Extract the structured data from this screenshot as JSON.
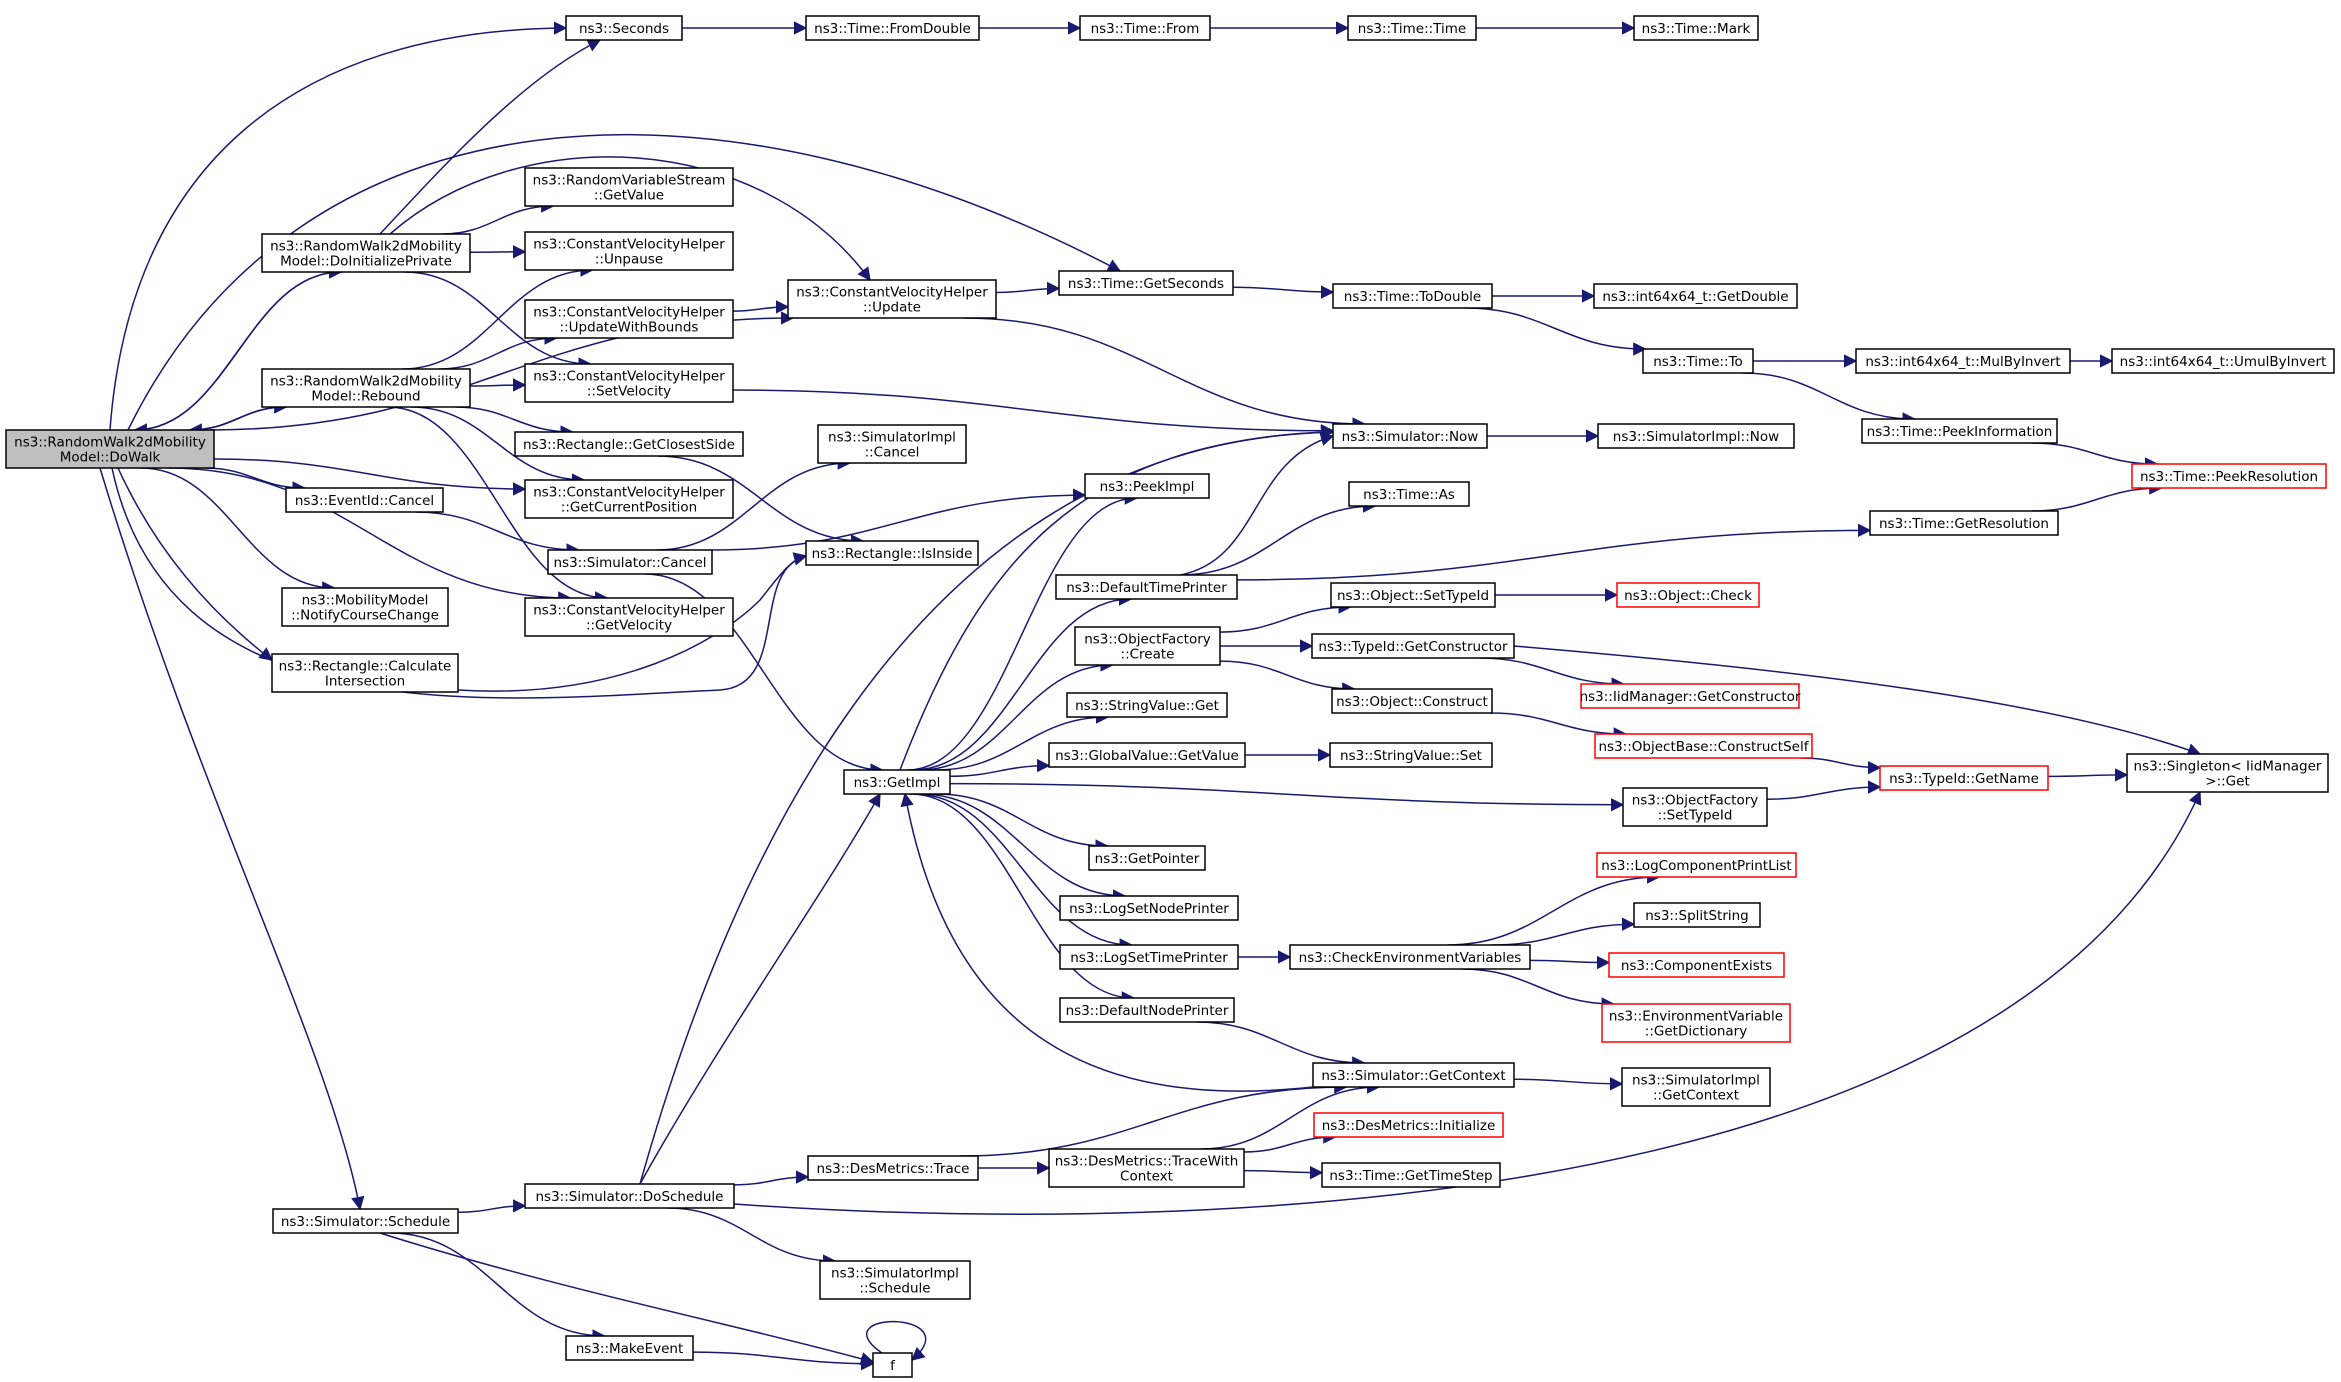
{
  "colors": {
    "edge": "#191970",
    "root_fill": "#bfbfbf",
    "truncated_border": "#ff0000"
  },
  "nodes": [
    {
      "id": "dowalk",
      "lines": [
        "ns3::RandomWalk2dMobility",
        "Model::DoWalk"
      ],
      "style": "root"
    },
    {
      "id": "seconds",
      "lines": [
        "ns3::Seconds"
      ]
    },
    {
      "id": "fromdouble",
      "lines": [
        "ns3::Time::FromDouble"
      ]
    },
    {
      "id": "from",
      "lines": [
        "ns3::Time::From"
      ]
    },
    {
      "id": "time",
      "lines": [
        "ns3::Time::Time"
      ]
    },
    {
      "id": "mark",
      "lines": [
        "ns3::Time::Mark"
      ]
    },
    {
      "id": "rvsget",
      "lines": [
        "ns3::RandomVariableStream",
        "::GetValue"
      ]
    },
    {
      "id": "doinit",
      "lines": [
        "ns3::RandomWalk2dMobility",
        "Model::DoInitializePrivate"
      ]
    },
    {
      "id": "unpause",
      "lines": [
        "ns3::ConstantVelocityHelper",
        "::Unpause"
      ]
    },
    {
      "id": "updbounds",
      "lines": [
        "ns3::ConstantVelocityHelper",
        "::UpdateWithBounds"
      ]
    },
    {
      "id": "cvupdate",
      "lines": [
        "ns3::ConstantVelocityHelper",
        "::Update"
      ]
    },
    {
      "id": "getsec",
      "lines": [
        "ns3::Time::GetSeconds"
      ]
    },
    {
      "id": "todouble",
      "lines": [
        "ns3::Time::ToDouble"
      ]
    },
    {
      "id": "i64getdouble",
      "lines": [
        "ns3::int64x64_t::GetDouble"
      ]
    },
    {
      "id": "timeto",
      "lines": [
        "ns3::Time::To"
      ]
    },
    {
      "id": "mulbyinv",
      "lines": [
        "ns3::int64x64_t::MulByInvert"
      ]
    },
    {
      "id": "umulbyinv",
      "lines": [
        "ns3::int64x64_t::UmulByInvert"
      ]
    },
    {
      "id": "rebound",
      "lines": [
        "ns3::RandomWalk2dMobility",
        "Model::Rebound"
      ]
    },
    {
      "id": "setvel",
      "lines": [
        "ns3::ConstantVelocityHelper",
        "::SetVelocity"
      ]
    },
    {
      "id": "simnow",
      "lines": [
        "ns3::Simulator::Now"
      ]
    },
    {
      "id": "simimplnow",
      "lines": [
        "ns3::SimulatorImpl::Now"
      ]
    },
    {
      "id": "peekinfo",
      "lines": [
        "ns3::Time::PeekInformation"
      ]
    },
    {
      "id": "peekres",
      "lines": [
        "ns3::Time::PeekResolution"
      ],
      "style": "truncated"
    },
    {
      "id": "closest",
      "lines": [
        "ns3::Rectangle::GetClosestSide"
      ]
    },
    {
      "id": "simimplcancel",
      "lines": [
        "ns3::SimulatorImpl",
        "::Cancel"
      ]
    },
    {
      "id": "eventcancel",
      "lines": [
        "ns3::EventId::Cancel"
      ]
    },
    {
      "id": "getcurpos",
      "lines": [
        "ns3::ConstantVelocityHelper",
        "::GetCurrentPosition"
      ]
    },
    {
      "id": "peekimpl",
      "lines": [
        "ns3::PeekImpl"
      ]
    },
    {
      "id": "timeas",
      "lines": [
        "ns3::Time::As"
      ]
    },
    {
      "id": "simcancel",
      "lines": [
        "ns3::Simulator::Cancel"
      ]
    },
    {
      "id": "isinside",
      "lines": [
        "ns3::Rectangle::IsInside"
      ]
    },
    {
      "id": "deftimeprinter",
      "lines": [
        "ns3::DefaultTimePrinter"
      ]
    },
    {
      "id": "getres",
      "lines": [
        "ns3::Time::GetResolution"
      ]
    },
    {
      "id": "notify",
      "lines": [
        "ns3::MobilityModel",
        "::NotifyCourseChange"
      ]
    },
    {
      "id": "getvel",
      "lines": [
        "ns3::ConstantVelocityHelper",
        "::GetVelocity"
      ]
    },
    {
      "id": "objsettype",
      "lines": [
        "ns3::Object::SetTypeId"
      ]
    },
    {
      "id": "objcheck",
      "lines": [
        "ns3::Object::Check"
      ],
      "style": "truncated"
    },
    {
      "id": "ofcreate",
      "lines": [
        "ns3::ObjectFactory",
        "::Create"
      ]
    },
    {
      "id": "typegetctor",
      "lines": [
        "ns3::TypeId::GetConstructor"
      ]
    },
    {
      "id": "iidgetctor",
      "lines": [
        "ns3::IidManager::GetConstructor"
      ],
      "style": "truncated"
    },
    {
      "id": "calcint",
      "lines": [
        "ns3::Rectangle::Calculate",
        "Intersection"
      ]
    },
    {
      "id": "svget",
      "lines": [
        "ns3::StringValue::Get"
      ]
    },
    {
      "id": "objconstruct",
      "lines": [
        "ns3::Object::Construct"
      ]
    },
    {
      "id": "obconstructself",
      "lines": [
        "ns3::ObjectBase::ConstructSelf"
      ],
      "style": "truncated"
    },
    {
      "id": "gvgetvalue",
      "lines": [
        "ns3::GlobalValue::GetValue"
      ]
    },
    {
      "id": "svset",
      "lines": [
        "ns3::StringValue::Set"
      ]
    },
    {
      "id": "typegetname",
      "lines": [
        "ns3::TypeId::GetName"
      ],
      "style": "truncated"
    },
    {
      "id": "singleton",
      "lines": [
        "ns3::Singleton< IidManager",
        " >::Get"
      ]
    },
    {
      "id": "getimpl",
      "lines": [
        "ns3::GetImpl"
      ]
    },
    {
      "id": "ofsettype",
      "lines": [
        "ns3::ObjectFactory",
        "::SetTypeId"
      ]
    },
    {
      "id": "getpointer",
      "lines": [
        "ns3::GetPointer"
      ]
    },
    {
      "id": "logcompprint",
      "lines": [
        "ns3::LogComponentPrintList"
      ],
      "style": "truncated"
    },
    {
      "id": "lognodeprinter",
      "lines": [
        "ns3::LogSetNodePrinter"
      ]
    },
    {
      "id": "splitstring",
      "lines": [
        "ns3::SplitString"
      ]
    },
    {
      "id": "logtimeprinter",
      "lines": [
        "ns3::LogSetTimePrinter"
      ]
    },
    {
      "id": "checkenv",
      "lines": [
        "ns3::CheckEnvironmentVariables"
      ]
    },
    {
      "id": "compexists",
      "lines": [
        "ns3::ComponentExists"
      ],
      "style": "truncated"
    },
    {
      "id": "defnodeprinter",
      "lines": [
        "ns3::DefaultNodePrinter"
      ]
    },
    {
      "id": "envdict",
      "lines": [
        "ns3::EnvironmentVariable",
        "::GetDictionary"
      ],
      "style": "truncated"
    },
    {
      "id": "simgetctx",
      "lines": [
        "ns3::Simulator::GetContext"
      ]
    },
    {
      "id": "simimplctx",
      "lines": [
        "ns3::SimulatorImpl",
        "::GetContext"
      ]
    },
    {
      "id": "desinit",
      "lines": [
        "ns3::DesMetrics::Initialize"
      ],
      "style": "truncated"
    },
    {
      "id": "destrace",
      "lines": [
        "ns3::DesMetrics::Trace"
      ]
    },
    {
      "id": "destracectx",
      "lines": [
        "ns3::DesMetrics::TraceWith",
        "Context"
      ]
    },
    {
      "id": "gettimestep",
      "lines": [
        "ns3::Time::GetTimeStep"
      ]
    },
    {
      "id": "doschedule",
      "lines": [
        "ns3::Simulator::DoSchedule"
      ]
    },
    {
      "id": "schedule",
      "lines": [
        "ns3::Simulator::Schedule"
      ]
    },
    {
      "id": "simimplsched",
      "lines": [
        "ns3::SimulatorImpl",
        "::Schedule"
      ]
    },
    {
      "id": "makeevent",
      "lines": [
        "ns3::MakeEvent"
      ]
    },
    {
      "id": "f",
      "lines": [
        "f"
      ]
    }
  ],
  "edges": [
    [
      "dowalk",
      "seconds"
    ],
    [
      "dowalk",
      "doinit"
    ],
    [
      "dowalk",
      "getsec"
    ],
    [
      "dowalk",
      "cvupdate"
    ],
    [
      "dowalk",
      "rebound"
    ],
    [
      "dowalk",
      "eventcancel"
    ],
    [
      "dowalk",
      "getcurpos"
    ],
    [
      "dowalk",
      "notify"
    ],
    [
      "dowalk",
      "getvel"
    ],
    [
      "dowalk",
      "calcint"
    ],
    [
      "dowalk",
      "isinside"
    ],
    [
      "dowalk",
      "schedule"
    ],
    [
      "doinit",
      "dowalk"
    ],
    [
      "rebound",
      "dowalk"
    ],
    [
      "doinit",
      "seconds"
    ],
    [
      "doinit",
      "rvsget"
    ],
    [
      "doinit",
      "unpause"
    ],
    [
      "doinit",
      "cvupdate"
    ],
    [
      "doinit",
      "setvel"
    ],
    [
      "rebound",
      "updbounds"
    ],
    [
      "rebound",
      "unpause"
    ],
    [
      "rebound",
      "setvel"
    ],
    [
      "rebound",
      "closest"
    ],
    [
      "rebound",
      "getcurpos"
    ],
    [
      "rebound",
      "getvel"
    ],
    [
      "seconds",
      "fromdouble"
    ],
    [
      "fromdouble",
      "from"
    ],
    [
      "from",
      "time"
    ],
    [
      "time",
      "mark"
    ],
    [
      "updbounds",
      "cvupdate"
    ],
    [
      "cvupdate",
      "getsec"
    ],
    [
      "cvupdate",
      "simnow"
    ],
    [
      "setvel",
      "simnow"
    ],
    [
      "getsec",
      "todouble"
    ],
    [
      "todouble",
      "i64getdouble"
    ],
    [
      "todouble",
      "timeto"
    ],
    [
      "timeto",
      "mulbyinv"
    ],
    [
      "timeto",
      "peekinfo"
    ],
    [
      "mulbyinv",
      "umulbyinv"
    ],
    [
      "peekinfo",
      "peekres"
    ],
    [
      "simnow",
      "simimplnow"
    ],
    [
      "closest",
      "isinside"
    ],
    [
      "calcint",
      "isinside"
    ],
    [
      "eventcancel",
      "simcancel"
    ],
    [
      "simcancel",
      "simimplcancel"
    ],
    [
      "simcancel",
      "peekimpl"
    ],
    [
      "simcancel",
      "getimpl"
    ],
    [
      "deftimeprinter",
      "simnow"
    ],
    [
      "deftimeprinter",
      "timeas"
    ],
    [
      "deftimeprinter",
      "getres"
    ],
    [
      "getres",
      "peekres"
    ],
    [
      "getimpl",
      "simnow"
    ],
    [
      "getimpl",
      "peekimpl"
    ],
    [
      "getimpl",
      "deftimeprinter"
    ],
    [
      "getimpl",
      "ofcreate"
    ],
    [
      "getimpl",
      "svget"
    ],
    [
      "getimpl",
      "gvgetvalue"
    ],
    [
      "getimpl",
      "ofsettype"
    ],
    [
      "getimpl",
      "getpointer"
    ],
    [
      "getimpl",
      "lognodeprinter"
    ],
    [
      "getimpl",
      "logtimeprinter"
    ],
    [
      "getimpl",
      "defnodeprinter"
    ],
    [
      "ofcreate",
      "objsettype"
    ],
    [
      "ofcreate",
      "typegetctor"
    ],
    [
      "ofcreate",
      "objconstruct"
    ],
    [
      "objsettype",
      "objcheck"
    ],
    [
      "typegetctor",
      "iidgetctor"
    ],
    [
      "typegetctor",
      "singleton"
    ],
    [
      "objconstruct",
      "obconstructself"
    ],
    [
      "obconstructself",
      "typegetname"
    ],
    [
      "typegetname",
      "singleton"
    ],
    [
      "gvgetvalue",
      "svset"
    ],
    [
      "ofsettype",
      "typegetname"
    ],
    [
      "logtimeprinter",
      "checkenv"
    ],
    [
      "checkenv",
      "logcompprint"
    ],
    [
      "checkenv",
      "splitstring"
    ],
    [
      "checkenv",
      "compexists"
    ],
    [
      "checkenv",
      "envdict"
    ],
    [
      "defnodeprinter",
      "simgetctx"
    ],
    [
      "simgetctx",
      "getimpl"
    ],
    [
      "simgetctx",
      "simimplctx"
    ],
    [
      "schedule",
      "doschedule"
    ],
    [
      "schedule",
      "makeevent"
    ],
    [
      "schedule",
      "f"
    ],
    [
      "doschedule",
      "simnow"
    ],
    [
      "doschedule",
      "getimpl"
    ],
    [
      "doschedule",
      "destrace"
    ],
    [
      "doschedule",
      "simimplsched"
    ],
    [
      "doschedule",
      "singleton"
    ],
    [
      "destrace",
      "simgetctx"
    ],
    [
      "destrace",
      "destracectx"
    ],
    [
      "destracectx",
      "simgetctx"
    ],
    [
      "destracectx",
      "desinit"
    ],
    [
      "destracectx",
      "gettimestep"
    ],
    [
      "makeevent",
      "f"
    ],
    [
      "f",
      "f"
    ]
  ]
}
